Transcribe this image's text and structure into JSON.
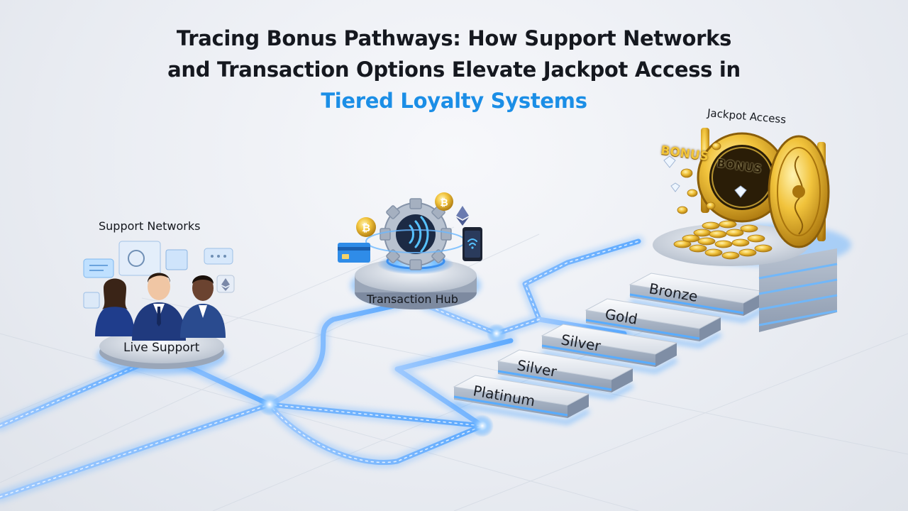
{
  "title": {
    "line1": "Tracing Bonus Pathways: How Support Networks",
    "line2": "and Transaction Options Elevate Jackpot Access in",
    "line3": "Tiered Loyalty Systems"
  },
  "nodes": {
    "support_networks": "Support Networks",
    "live_support": "Live Support",
    "transaction_hub": "Transaction Hub",
    "jackpot_access": "Jackpot Access"
  },
  "tiers": [
    "Platinum",
    "Silver",
    "Silver",
    "Gold",
    "Bronze"
  ],
  "vault": {
    "bonus_text_left": "BONUS",
    "bonus_text_center": "BONUS"
  },
  "colors": {
    "accent": "#1b8ee6",
    "path_glow": "#4aa3ff",
    "gold": "#e7b22a",
    "dark_text": "#15181f"
  },
  "icons": [
    "bitcoin-icon",
    "ethereum-icon",
    "credit-card-icon",
    "smartphone-icon",
    "gear-icon",
    "contactless-icon",
    "chat-bubble-icon",
    "support-agent-icon"
  ]
}
